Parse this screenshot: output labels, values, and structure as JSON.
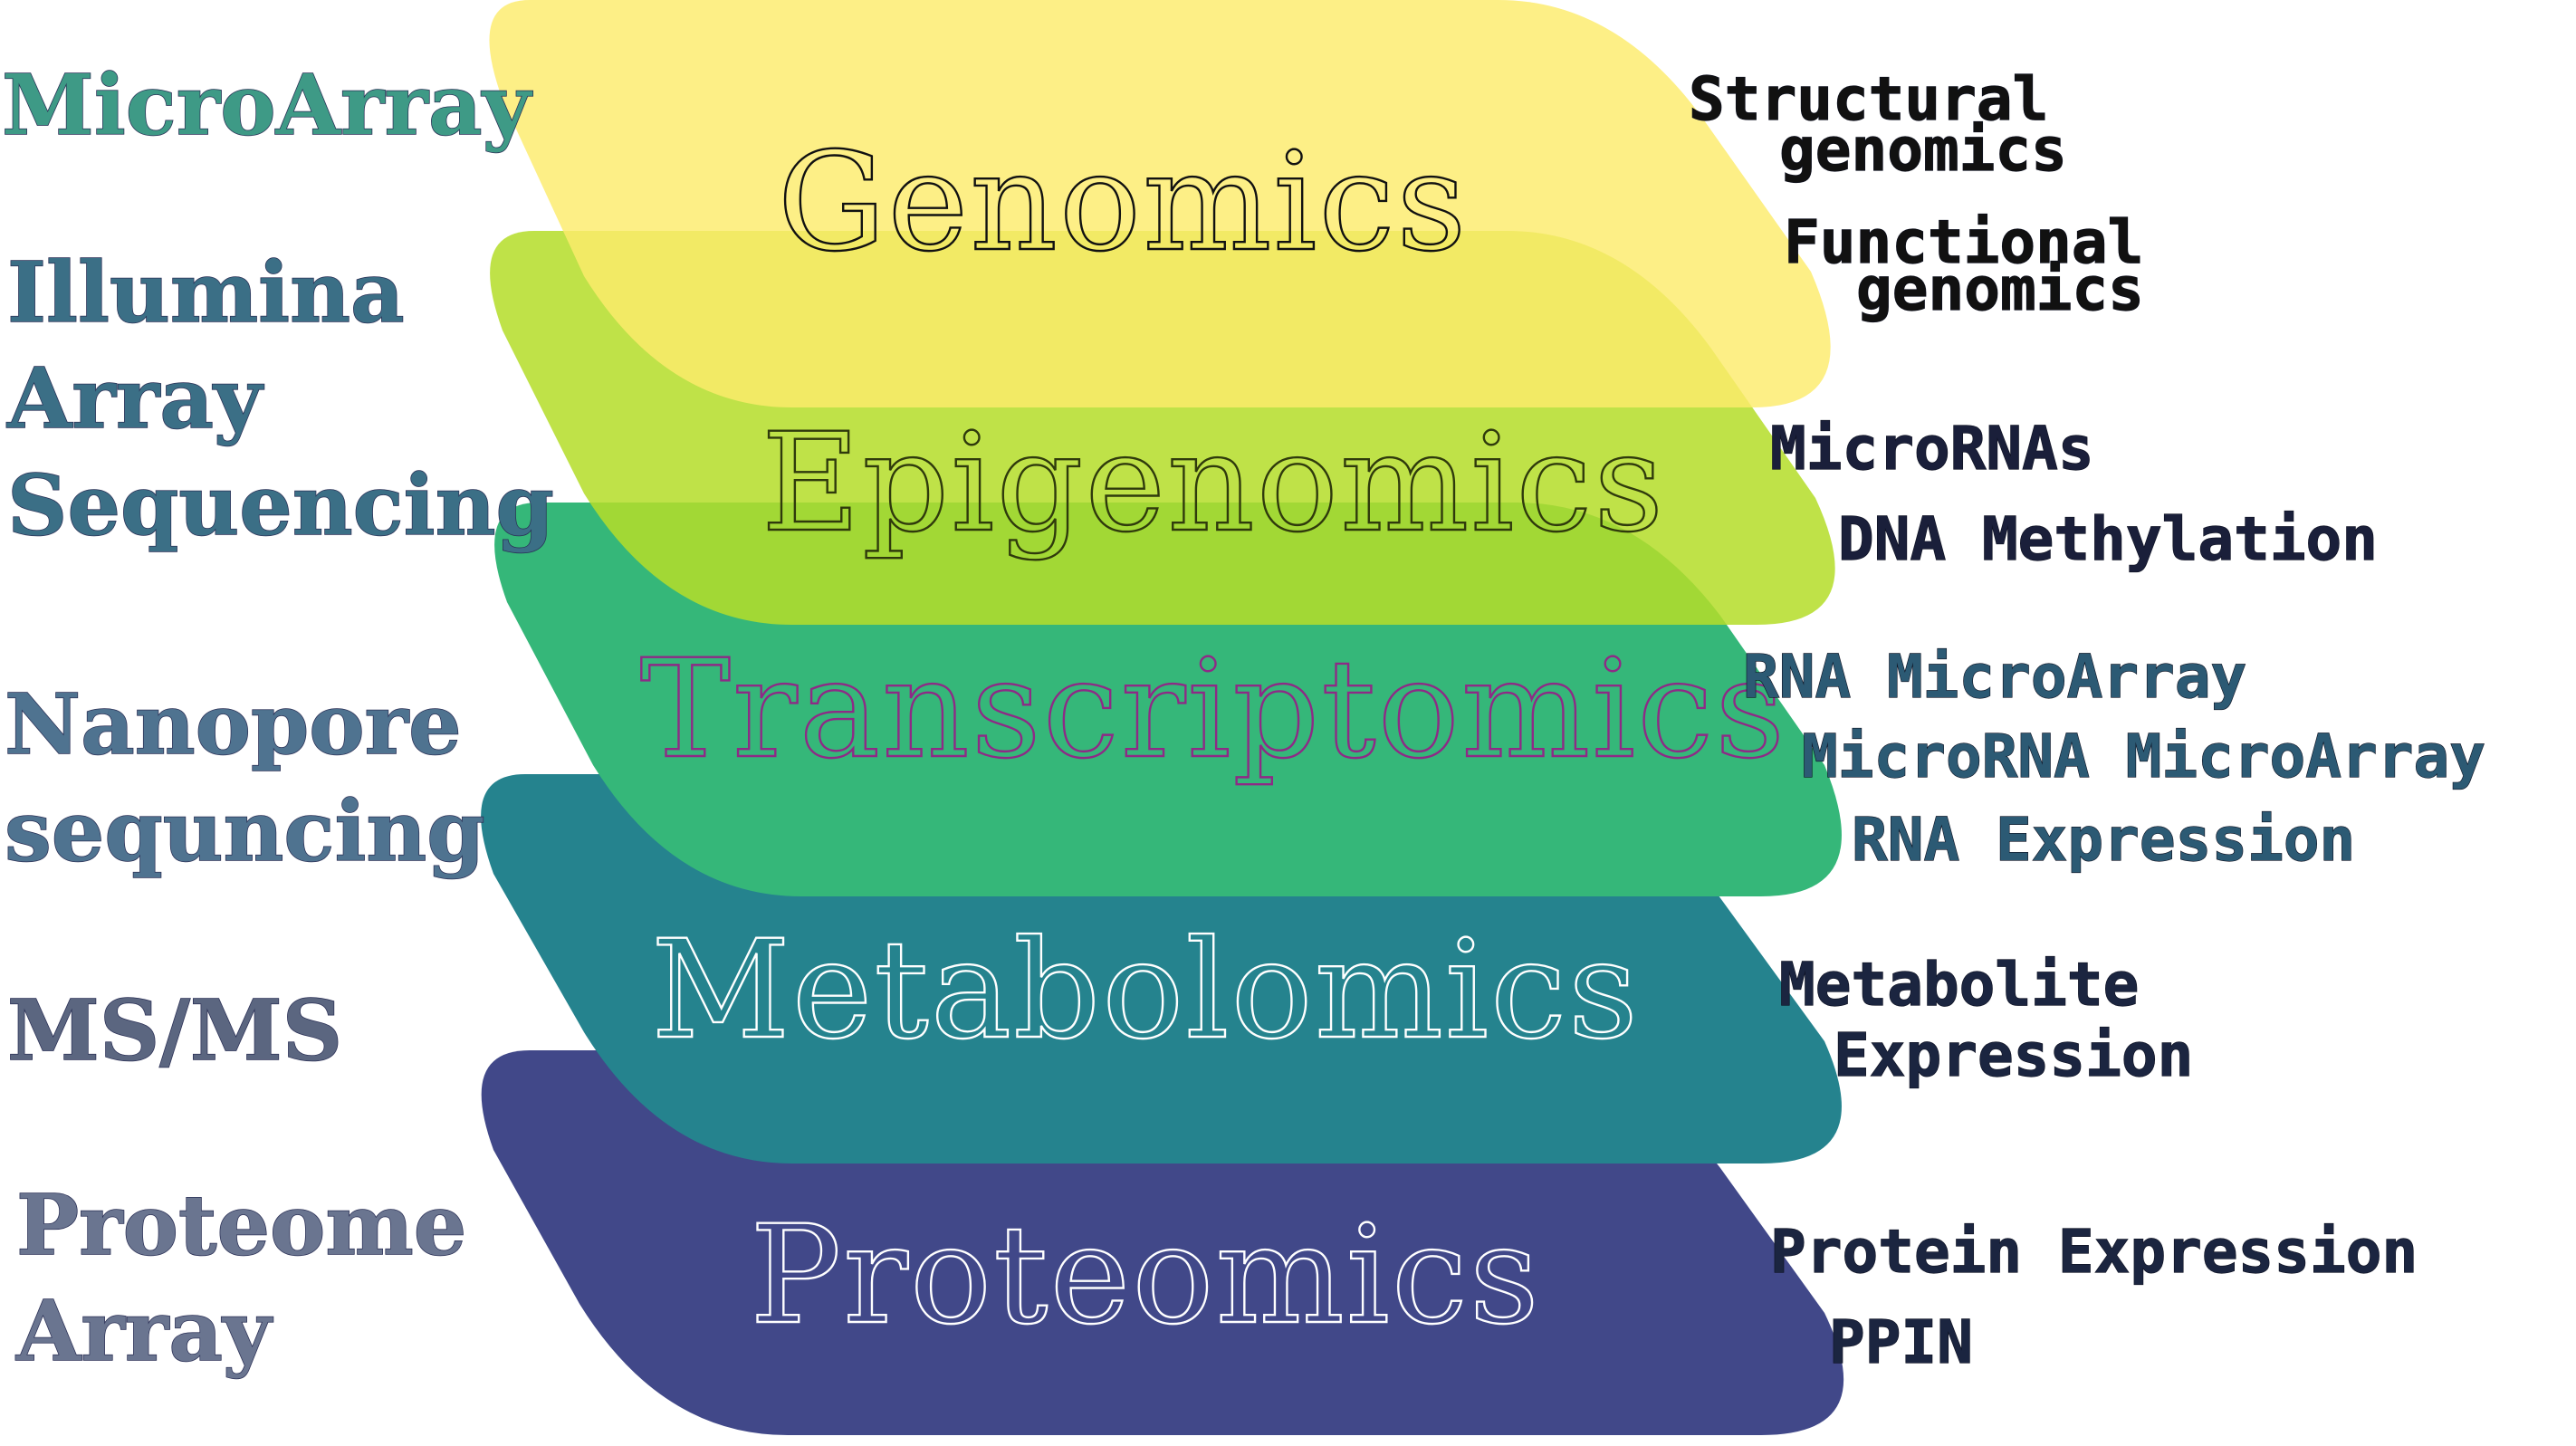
{
  "layers": [
    {
      "name": "Genomics",
      "fill": "#fdeb6b",
      "opacity": 0.82,
      "title_color": "#111111",
      "labels": [
        "Structural",
        "genomics",
        "Functional",
        "genomics"
      ],
      "label_color": "#111111"
    },
    {
      "name": "Epigenomics",
      "fill": "#b5dd2a",
      "opacity": 0.86,
      "title_color": "#2f3a0c",
      "labels": [
        "MicroRNAs",
        "DNA Methylation"
      ],
      "label_color": "#1a1f3a"
    },
    {
      "name": "Transcriptomics",
      "fill": "#35b779",
      "opacity": 1,
      "title_color": "#8e2a86",
      "labels": [
        "RNA MicroArray",
        "MicroRNA MicroArray",
        "RNA Expression"
      ],
      "label_color": "#2c5a74"
    },
    {
      "name": "Metabolomics",
      "fill": "#25838e",
      "opacity": 1,
      "title_color": "#ffffff",
      "labels": [
        "Metabolite",
        "Expression"
      ],
      "label_color": "#1b2540"
    },
    {
      "name": "Proteomics",
      "fill": "#414889",
      "opacity": 1,
      "title_color": "#ffffff",
      "labels": [
        "Protein Expression",
        "PPIN"
      ],
      "label_color": "#1b2540"
    }
  ],
  "technologies": [
    {
      "lines": [
        "MicroArray"
      ],
      "color": "#3e9a86"
    },
    {
      "lines": [
        "Illumina",
        "Array",
        "Sequencing"
      ],
      "color": "#3b6f86"
    },
    {
      "lines": [
        "Nanopore",
        "sequncing"
      ],
      "color": "#4f7390"
    },
    {
      "lines": [
        "MS/MS"
      ],
      "color": "#5b6680"
    },
    {
      "lines": [
        "Proteome",
        "Array"
      ],
      "color": "#6a7590"
    }
  ]
}
